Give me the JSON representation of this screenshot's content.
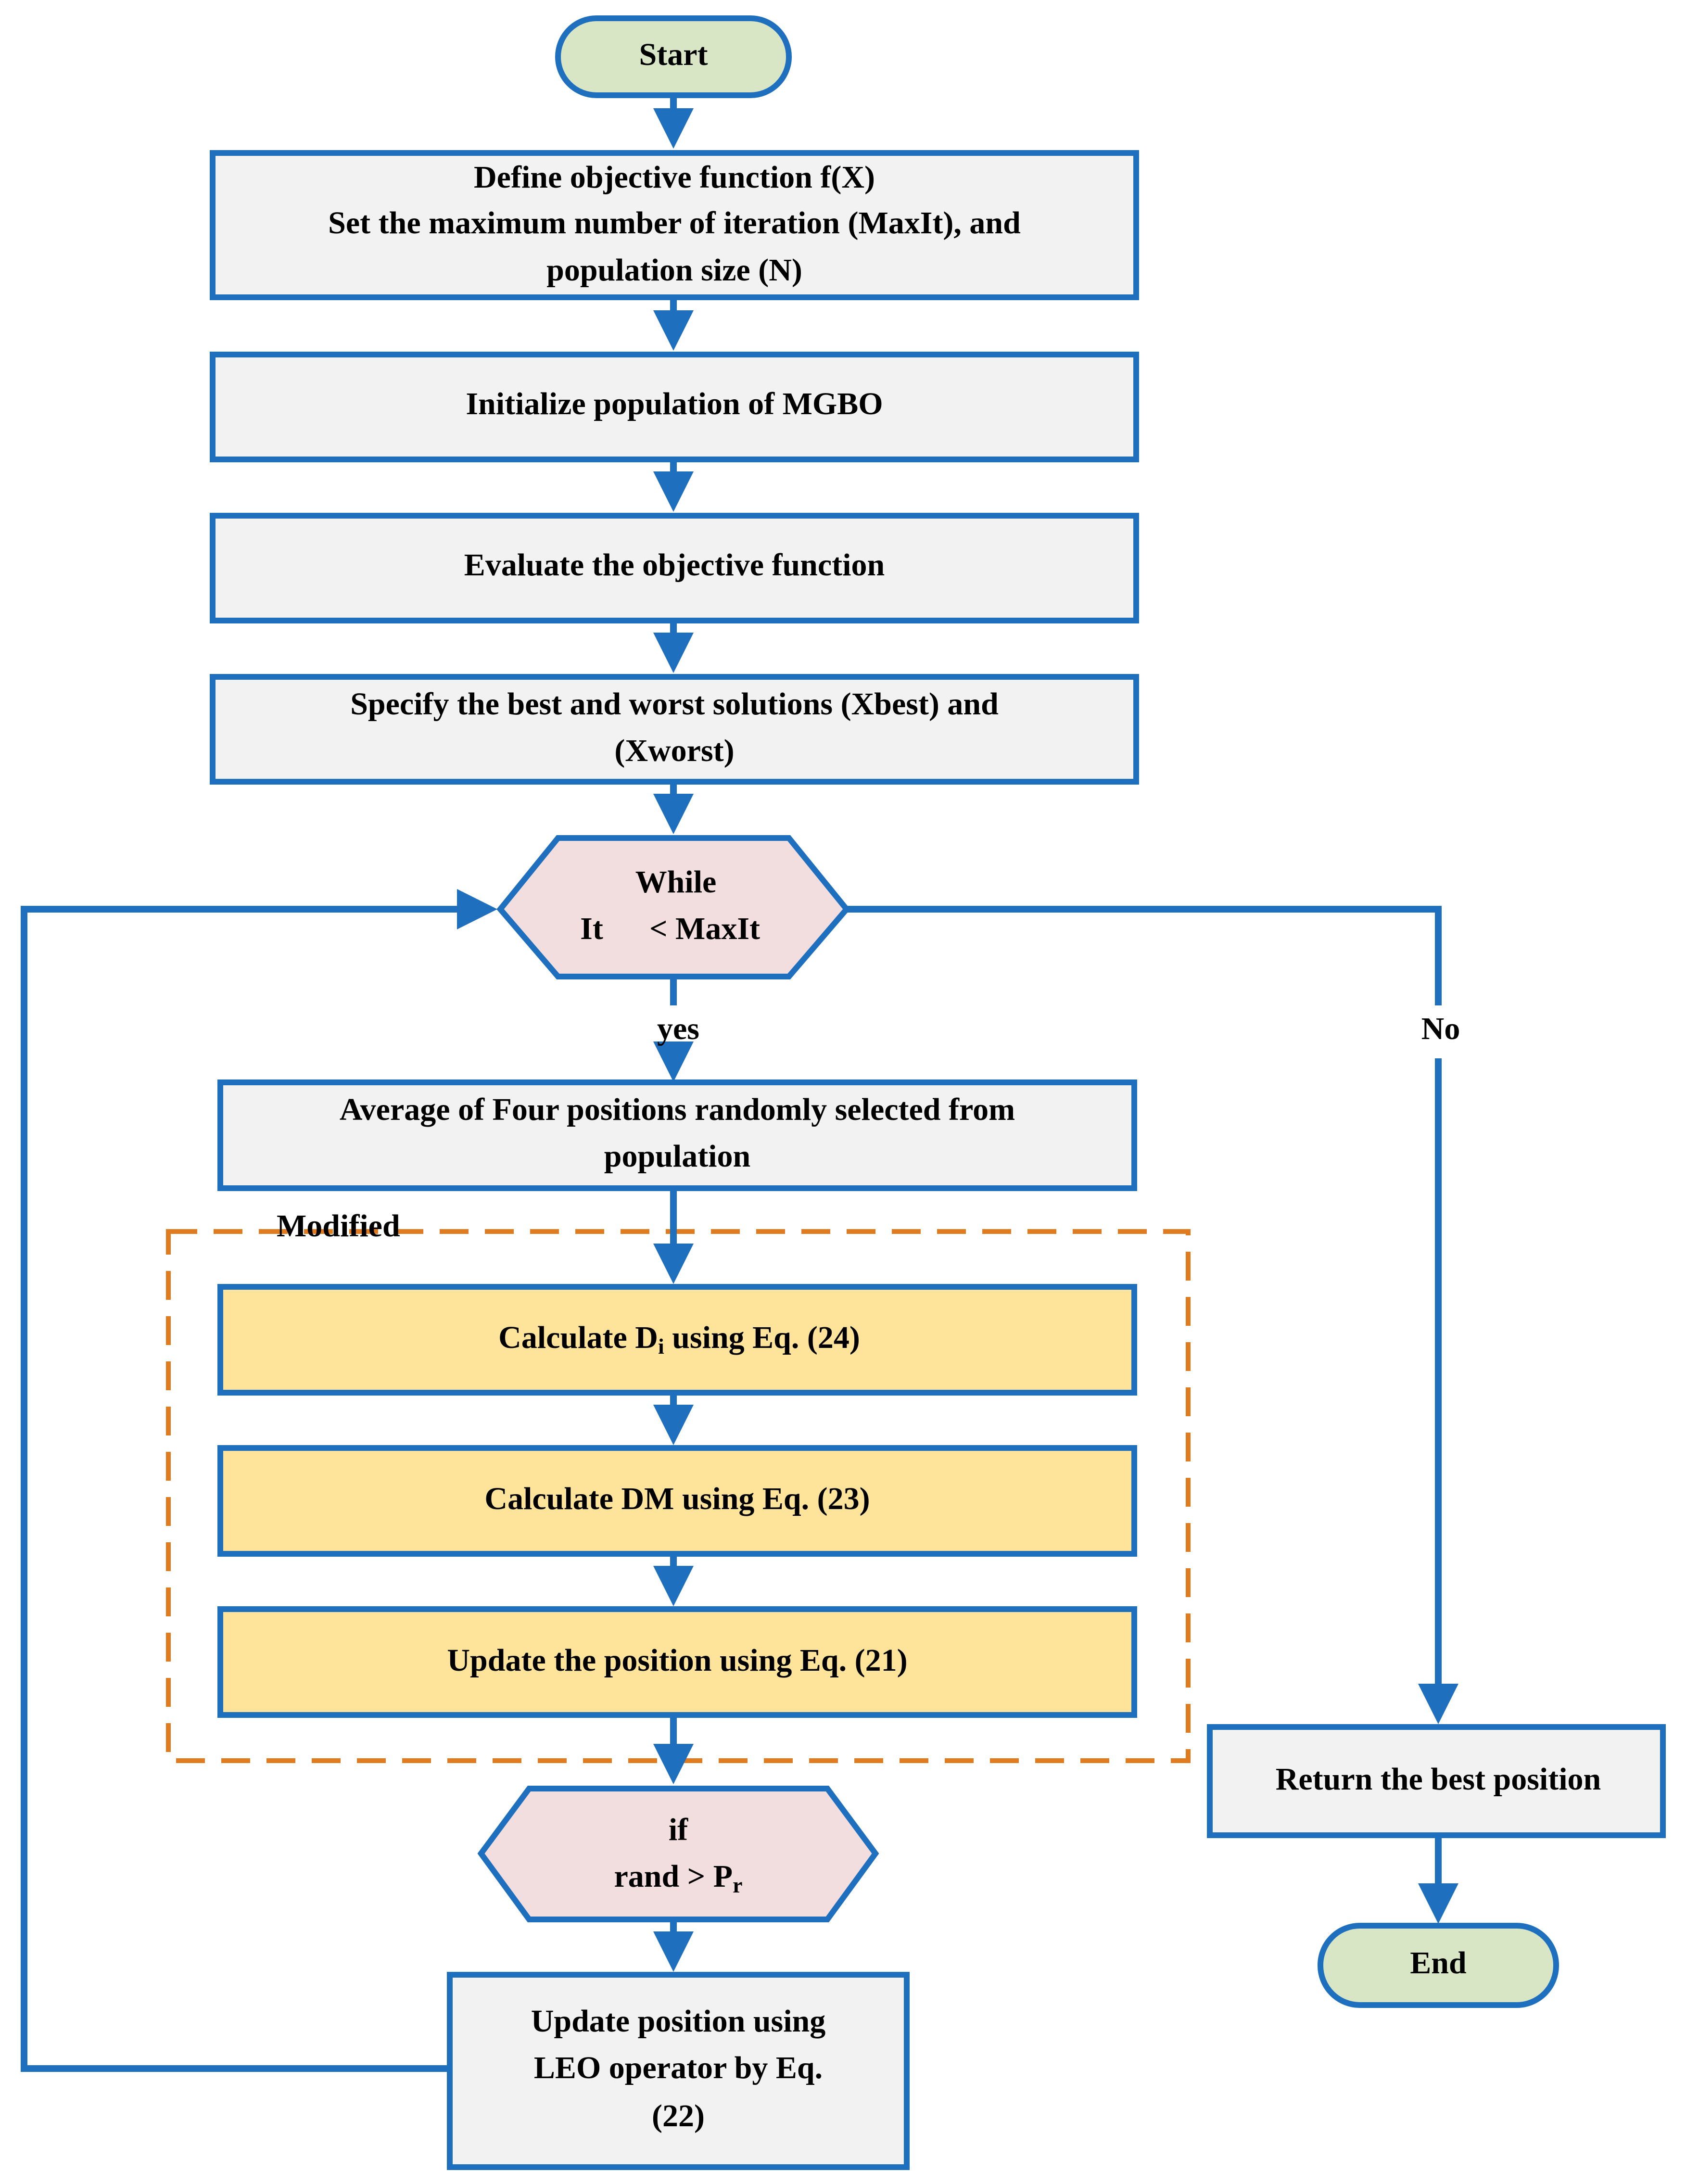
{
  "colors": {
    "stroke": "#1f6fbf",
    "terminal_fill": "#d9e6c6",
    "process_fill": "#f2f2f2",
    "decision_fill": "#f2dede",
    "modified_fill": "#fde49a",
    "modified_border": "#e07b1f",
    "text": "#000000"
  },
  "nodes": {
    "start": {
      "label": "Start"
    },
    "define": {
      "line1": "Define objective function f(X)",
      "line2": "Set the maximum number of iteration (MaxIt), and",
      "line3": "population size (N)"
    },
    "init": {
      "label": "Initialize population of MGBO"
    },
    "evaluate": {
      "label": "Evaluate the objective function"
    },
    "specify": {
      "line1": "Specify the best and worst solutions (Xbest) and",
      "line2": "(Xworst)"
    },
    "while": {
      "line1": "While",
      "line2_a": "It",
      "line2_b": "< MaxIt"
    },
    "average": {
      "line1": "Average of Four positions randomly selected from",
      "line2": "population"
    },
    "calc_di": {
      "pre": "Calculate D",
      "sub": "i",
      "post": " using Eq. (24)"
    },
    "calc_dm": {
      "label": "Calculate DM using Eq. (23)"
    },
    "update_pos": {
      "label": "Update the position using Eq. (21)"
    },
    "if": {
      "line1": "if",
      "line2_pre": "rand  > P",
      "line2_sub": "r"
    },
    "leo": {
      "line1": "Update position using",
      "line2": "LEO operator by Eq.",
      "line3": "(22)"
    },
    "return_best": {
      "label": "Return the best  position"
    },
    "end": {
      "label": "End"
    }
  },
  "labels": {
    "yes": "yes",
    "no": "No",
    "modified": "Modified"
  }
}
